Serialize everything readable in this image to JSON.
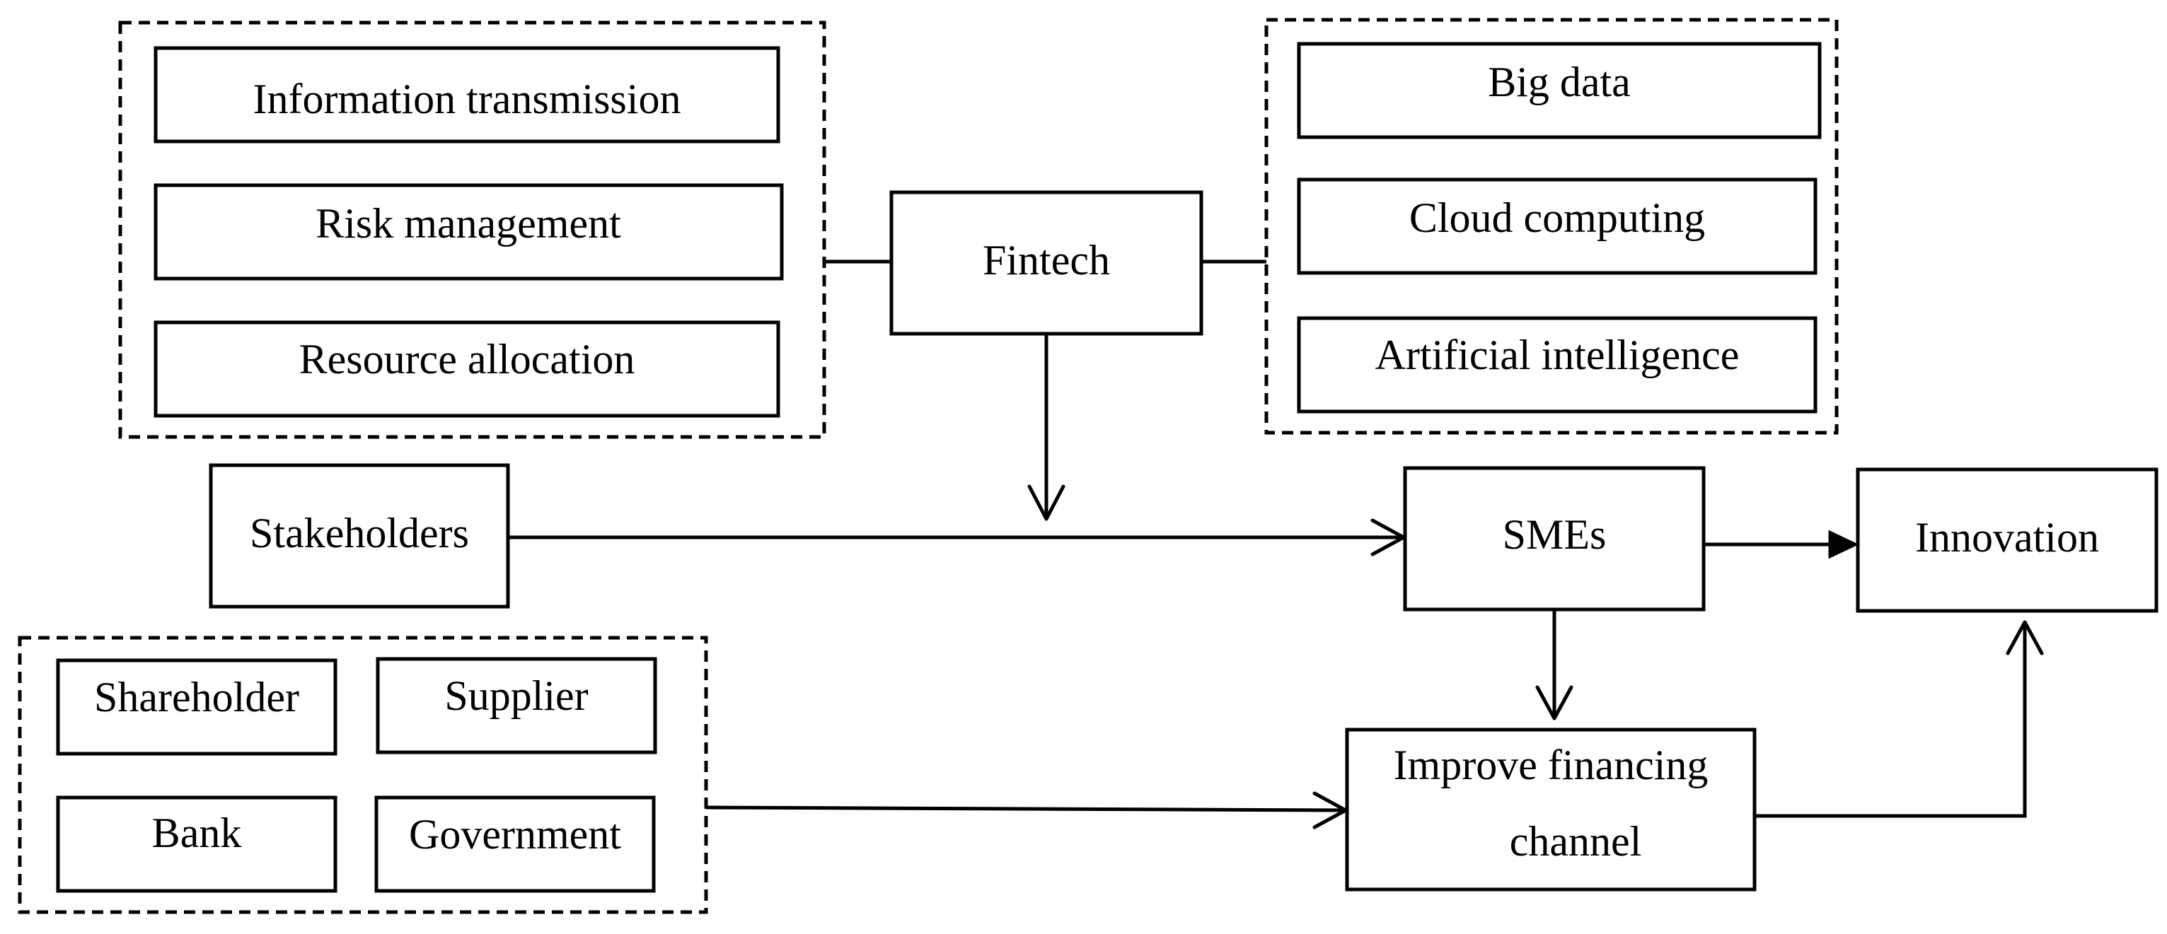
{
  "colors": {
    "stroke": "#000000",
    "background": "#ffffff"
  },
  "nodes": {
    "fintech": "Fintech",
    "functions": {
      "information_transmission": "Information transmission",
      "risk_management": "Risk management",
      "resource_allocation": "Resource allocation"
    },
    "technologies": {
      "big_data": "Big data",
      "cloud_computing": "Cloud computing",
      "artificial_intelligence": "Artificial intelligence"
    },
    "stakeholders": "Stakeholders",
    "stakeholder_types": {
      "shareholder": "Shareholder",
      "supplier": "Supplier",
      "bank": "Bank",
      "government": "Government"
    },
    "smes": "SMEs",
    "innovation": "Innovation",
    "improve_financing_channel": [
      "Improve financing",
      "channel"
    ]
  }
}
